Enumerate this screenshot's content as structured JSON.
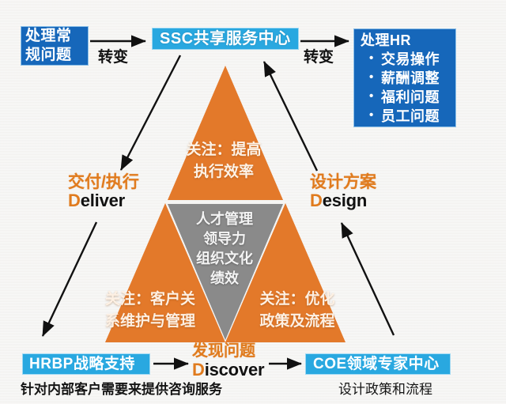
{
  "diagram": {
    "title": "HR three-pillar model (SSC / HRBP / COE) triangle diagram",
    "colors": {
      "deep_blue": "#1667ba",
      "cyan_blue": "#29a8e0",
      "orange": "#e3792a",
      "gray": "#8a8a8a",
      "accent_text_orange": "#e07b1e",
      "background": "#f4f3f1"
    }
  },
  "boxes": {
    "routine": {
      "line1": "处理常",
      "line2": "规问题"
    },
    "ssc": {
      "label": "SSC共享服务中心"
    },
    "hr": {
      "title": "处理HR",
      "items": [
        "交易操作",
        "薪酬调整",
        "福利问题",
        "员工问题"
      ]
    },
    "hrbp": {
      "label": "HRBP战略支持",
      "caption": "针对内部客户需要来提供咨询服务"
    },
    "coe": {
      "label": "COE领域专家中心",
      "caption": "设计政策和流程"
    }
  },
  "arrow_labels": {
    "transform_left": "转变",
    "transform_right": "转变"
  },
  "roles": {
    "deliver": {
      "cn": "交付/执行",
      "en_cap": "D",
      "en_rest": "eliver"
    },
    "design": {
      "cn": "设计方案",
      "en_cap": "D",
      "en_rest": "esign"
    },
    "discover": {
      "cn": "发现问题",
      "en_cap": "D",
      "en_rest": "iscover"
    }
  },
  "triangle": {
    "top": {
      "line1": "关注：提高",
      "line2": "执行效率"
    },
    "bottom_left": {
      "line1": "关注：客户关",
      "line2": "系维护与管理"
    },
    "bottom_right": {
      "line1": "关注：优化",
      "line2": "政策及流程"
    },
    "core": {
      "line1": "人才管理",
      "line2": "领导力",
      "line3": "组织文化",
      "line4": "绩效"
    }
  }
}
